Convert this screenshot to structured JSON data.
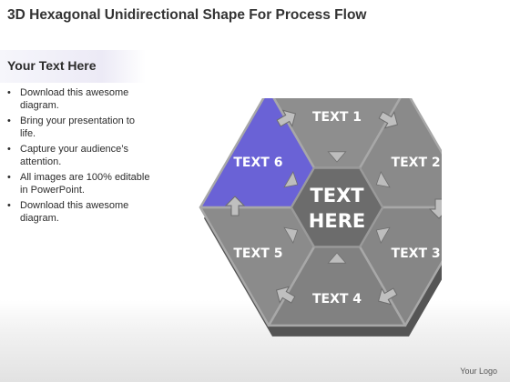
{
  "title": "3D Hexagonal Unidirectional Shape For Process Flow",
  "sidebar": {
    "heading": "Your Text Here",
    "bullets": [
      "Download this awesome diagram.",
      "Bring your presentation to life.",
      "Capture your audience’s attention.",
      "All images are 100% editable in PowerPoint.",
      "Download this awesome diagram."
    ]
  },
  "diagram": {
    "center_line1": "TEXT",
    "center_line2": "HERE",
    "segments": [
      {
        "label": "TEXT 1",
        "color": "#8e8e8e"
      },
      {
        "label": "TEXT 2",
        "color": "#8a8a8a"
      },
      {
        "label": "TEXT 3",
        "color": "#868686"
      },
      {
        "label": "TEXT 4",
        "color": "#818181"
      },
      {
        "label": "TEXT 5",
        "color": "#8b8b8b"
      },
      {
        "label": "TEXT 6",
        "color": "#6a62d6"
      }
    ],
    "hub_color": "#6c6c6c",
    "shadow_color": "#555555"
  },
  "footer": {
    "logo_text": "Your Logo"
  }
}
